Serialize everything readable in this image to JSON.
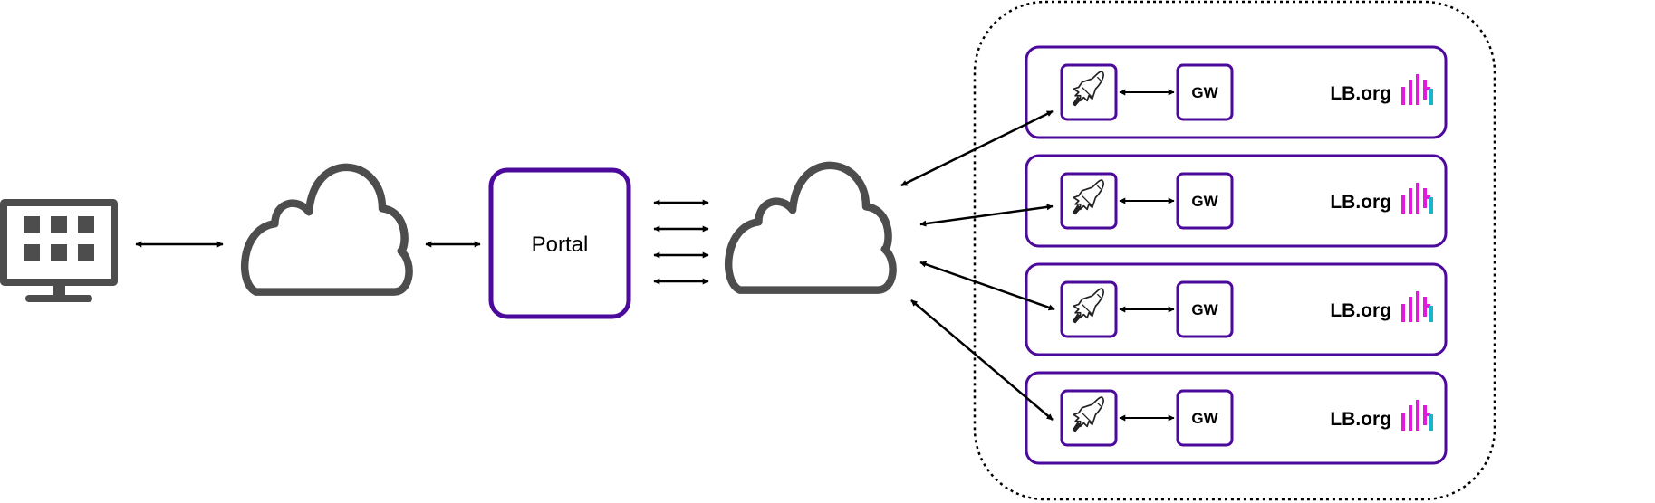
{
  "portal": {
    "label": "Portal"
  },
  "env_rows": [
    {
      "gw_label": "GW",
      "org_label": "LB.org"
    },
    {
      "gw_label": "GW",
      "org_label": "LB.org"
    },
    {
      "gw_label": "GW",
      "org_label": "LB.org"
    },
    {
      "gw_label": "GW",
      "org_label": "LB.org"
    }
  ],
  "colors": {
    "accent_purple": "#4B0A9C",
    "icon_gray": "#4D4D4D",
    "logo_magenta": "#E21ADB",
    "logo_teal": "#19B5C8"
  },
  "icons": {
    "client": "monitor-icon",
    "cloud": "cloud-icon",
    "service": "space-shuttle-icon",
    "logo": "org-logo-icon"
  }
}
